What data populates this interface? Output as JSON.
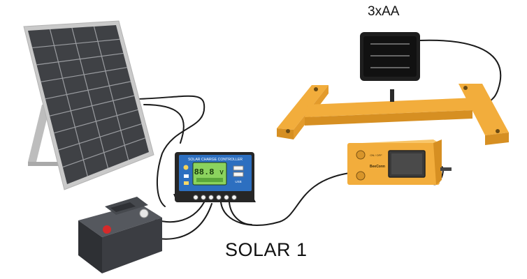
{
  "diagram": {
    "title": "SOLAR 1",
    "battery_pack_label": "3xAA",
    "charge_controller": {
      "header": "SOLAR CHARGE CONTROLLER",
      "display": "88.8",
      "display_unit": "V",
      "usb_label": "USB"
    },
    "beecon_unit": {
      "brand": "BeeConn",
      "switch_label": "ON / OFF"
    }
  },
  "colors": {
    "panel_frame": "#c9c9c9",
    "panel_cell": "#3f4145",
    "controller_body": "#2d6fc0",
    "controller_base": "#262626",
    "lcd": "#8bd35e",
    "stand": "#f2ad3c",
    "stand_shadow": "#d68f22",
    "beecon_body": "#f2ad3c",
    "beecon_screen": "#3a3a3a",
    "battery": "#3b3d42",
    "battery_pack": "#1e1e1e",
    "wire": "#1a1a1a"
  }
}
